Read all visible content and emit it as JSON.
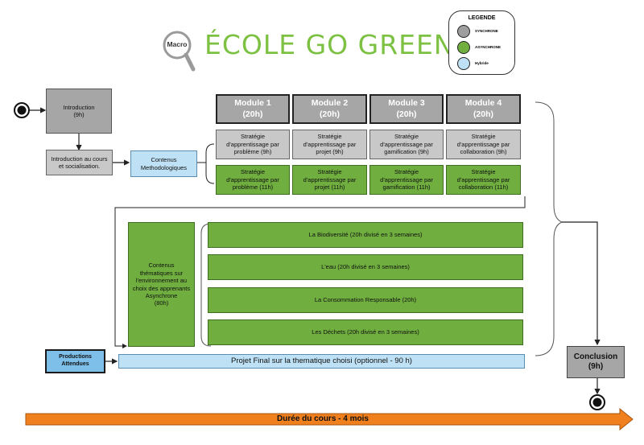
{
  "header": {
    "macro_label": "Macro",
    "title": "ÉCOLE GO GREEN"
  },
  "legend": {
    "title": "LEGENDE",
    "items": [
      {
        "label": "SYNCHRONE",
        "color": "#9e9e9e"
      },
      {
        "label": "ASYNCHRONE",
        "color": "#6fae3f"
      },
      {
        "label": "Hybride",
        "color": "#bfe1f5"
      }
    ]
  },
  "nodes": {
    "introduction": "Introduction\n(9h)",
    "intro_cours": "Introduction au cours\net socialisation.",
    "contenus_methodo": "Contenus\nMethodologiques",
    "contenus_thematiques": "Contenus\nthématiques sur\nl'environnement au\nchoix des apprenants\nAsynchrone\n(80h)",
    "productions": "Productions\nAttendues",
    "projet_final": "Projet Final sur la thematique choisi (optionnel - 90 h)",
    "conclusion": "Conclusion\n(9h)"
  },
  "modules": [
    {
      "title": "Module 1\n(20h)",
      "sync": "Stratégie\nd'apprentissage par\nproblème (9h)",
      "async": "Stratégie\nd'apprentissage par\nproblème (11h)"
    },
    {
      "title": "Module 2\n(20h)",
      "sync": "Stratégie\nd'apprentissage par\nprojet (9h)",
      "async": "Stratégie\nd'apprentissage par\nprojet (11h)"
    },
    {
      "title": "Module 3\n(20h)",
      "sync": "Stratégie\nd'apprentissage par\ngamification (9h)",
      "async": "Stratégie\nd'apprentissage par\ngamification (11h)"
    },
    {
      "title": "Module 4\n(20h)",
      "sync": "Stratégie\nd'apprentissage par\ncollaboration (9h)",
      "async": "Stratégie\nd'apprentissage par\ncollaboration (11h)"
    }
  ],
  "themes": [
    "La Biodiversité  (20h divisé en 3 semaines)",
    "L'eau (20h divisé en 3 semaines)",
    "La Consommation Responsable (20h)",
    "Les Déchets (20h divisé en 3 semaines)"
  ],
  "timeline": {
    "label": "Durée du cours - 4 mois",
    "color": "#f07f1e"
  }
}
